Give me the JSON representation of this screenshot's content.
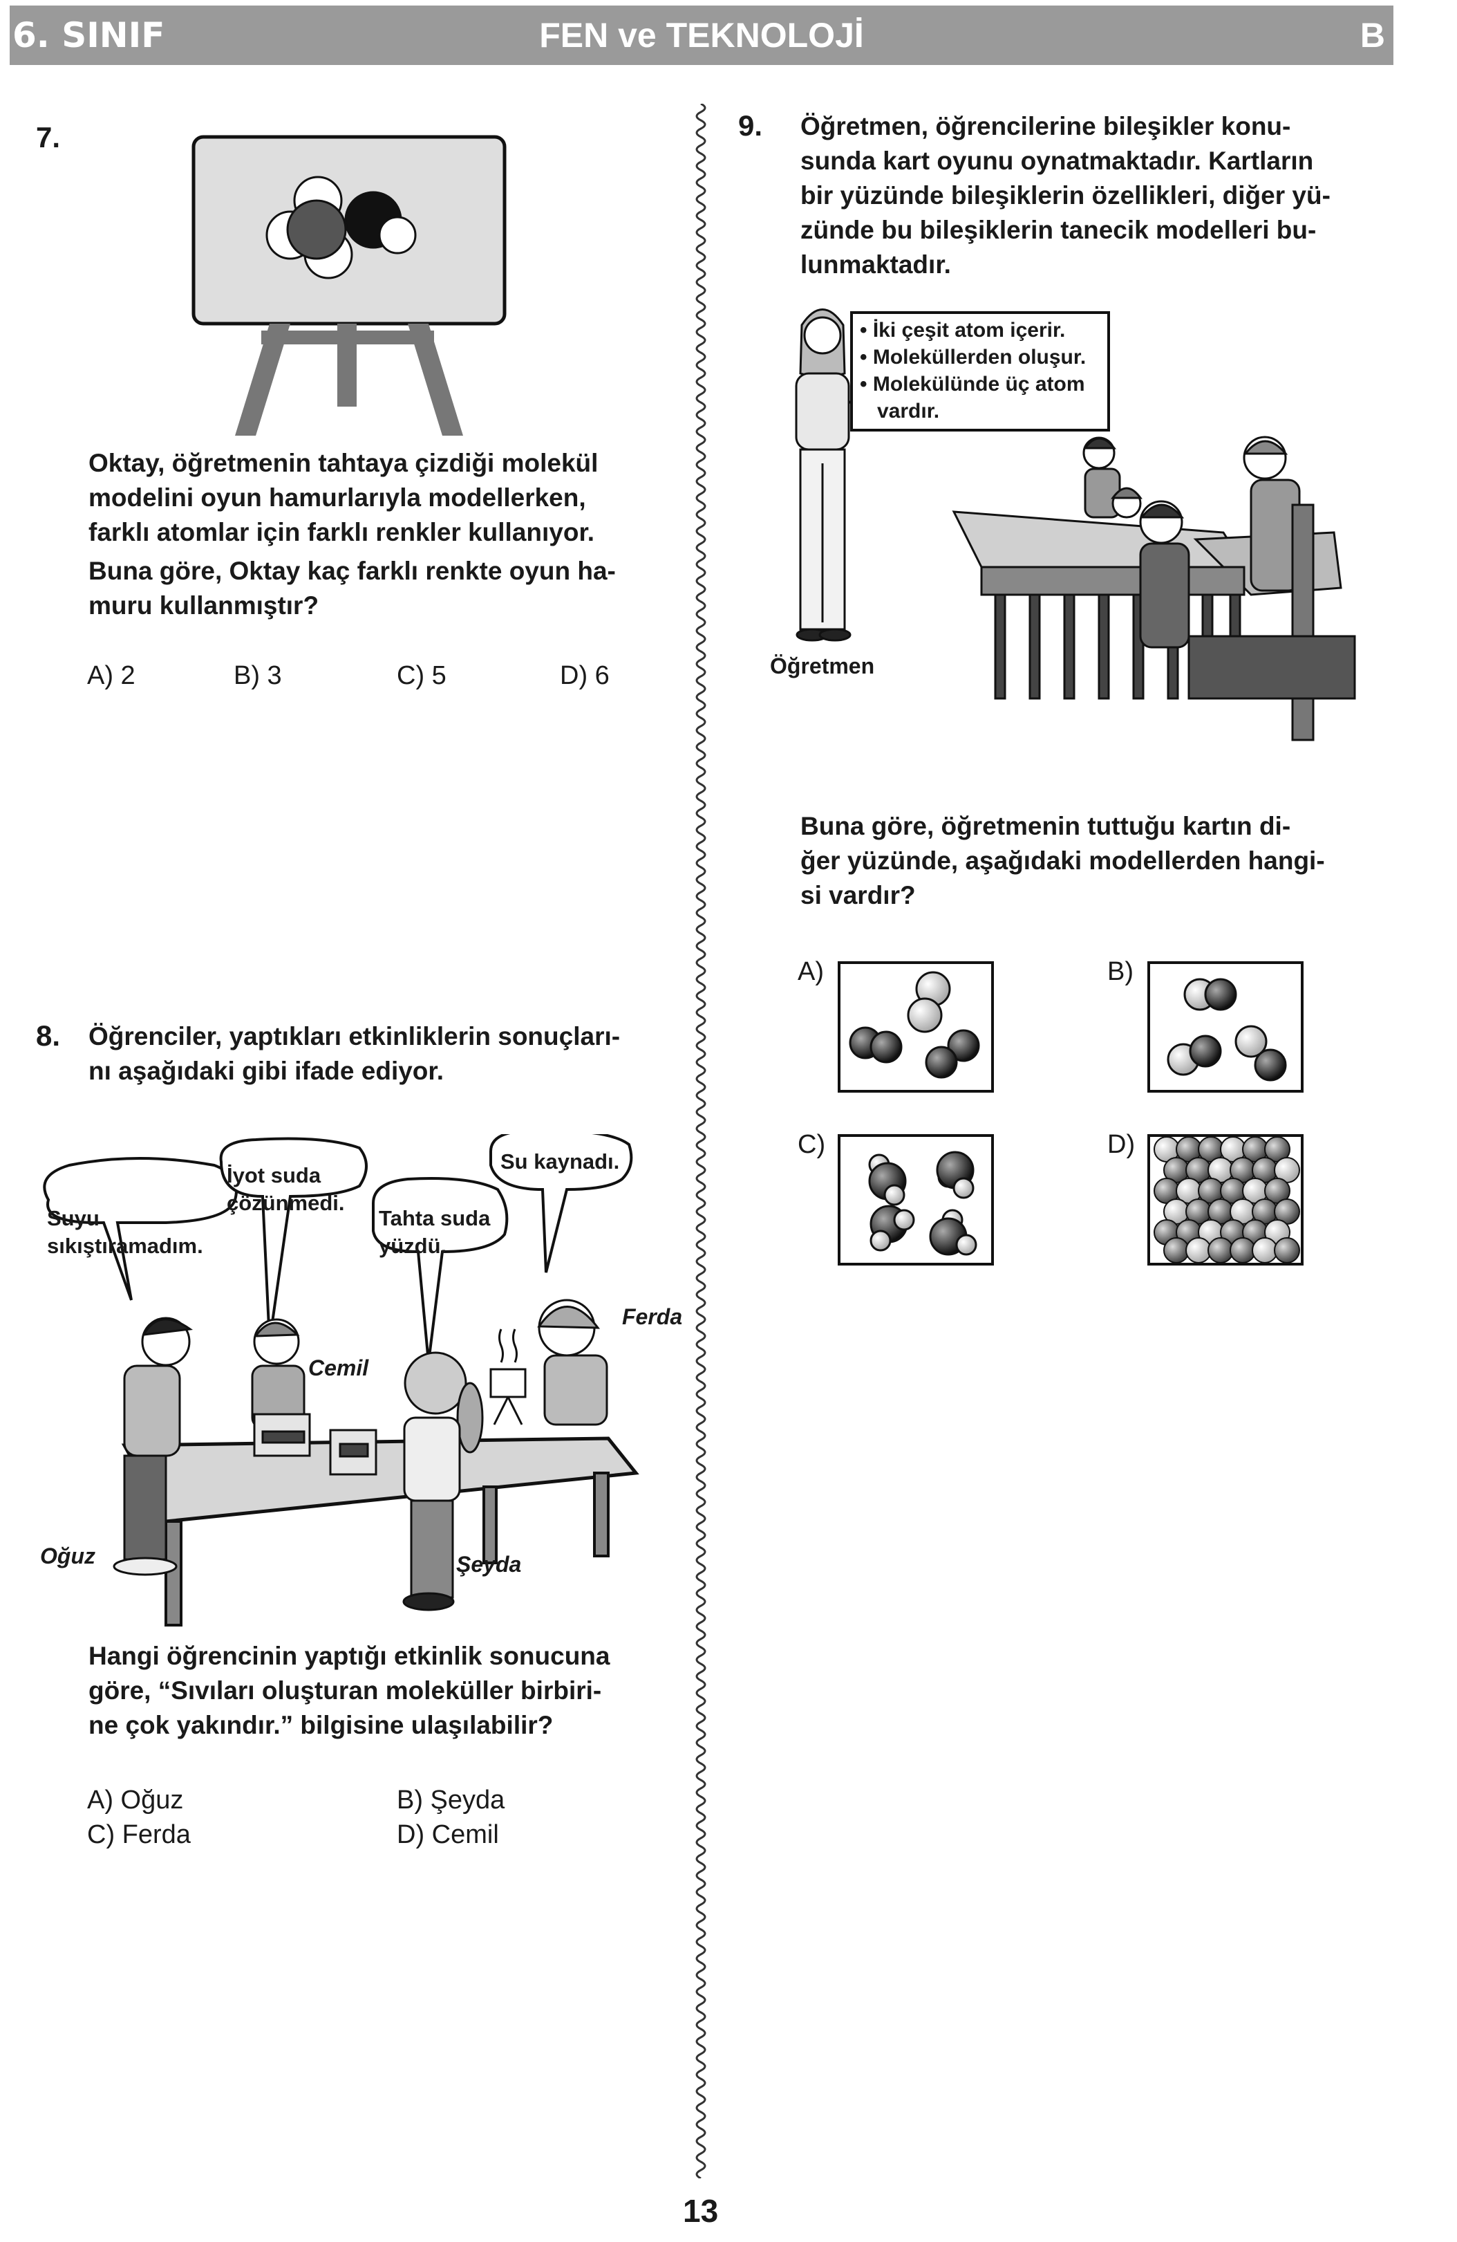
{
  "header": {
    "grade": "6. SINIF",
    "subject": "FEN ve TEKNOLOJİ",
    "booklet": "B"
  },
  "q7": {
    "number": "7.",
    "text": [
      "Oktay, öğretmenin tahtaya çizdiği molekül",
      "modelini oyun hamurlarıyla modellerken,",
      "farklı atomlar için farklı renkler kullanıyor."
    ],
    "question": [
      "Buna göre, Oktay kaç farklı renkte oyun ha-",
      "muru kullanmıştır?"
    ],
    "options": [
      "A) 2",
      "B) 3",
      "C) 5",
      "D) 6"
    ]
  },
  "q8": {
    "number": "8.",
    "intro": [
      "Öğrenciler, yaptıkları etkinliklerin sonuçları-",
      "nı aşağıdaki gibi ifade ediyor."
    ],
    "bubbles": {
      "oguz": [
        "Suyu",
        "sıkıştıramadım."
      ],
      "cemil": [
        "İyot suda",
        "çözünmedi."
      ],
      "seyda": [
        "Tahta suda",
        "yüzdü."
      ],
      "ferda": [
        "Su kaynadı."
      ]
    },
    "names": {
      "oguz": "Oğuz",
      "cemil": "Cemil",
      "seyda": "Şeyda",
      "ferda": "Ferda"
    },
    "question": [
      "Hangi öğrencinin yaptığı etkinlik sonucuna",
      "göre, “Sıvıları oluşturan moleküller birbiri-",
      "ne çok yakındır.” bilgisine ulaşılabilir?"
    ],
    "options": [
      "A) Oğuz",
      "B) Şeyda",
      "C) Ferda",
      "D) Cemil"
    ]
  },
  "q9": {
    "number": "9.",
    "intro": [
      "Öğretmen, öğrencilerine bileşikler konu-",
      "sunda kart oyunu oynatmaktadır. Kartların",
      "bir yüzünde bileşiklerin özellikleri, diğer yü-",
      "zünde bu bileşiklerin tanecik modelleri bu-",
      "lunmaktadır."
    ],
    "card": [
      "• İki çeşit atom içerir.",
      "• Moleküllerden oluşur.",
      "• Molekülünde üç atom",
      "   vardır."
    ],
    "teacher_label": "Öğretmen",
    "question": [
      "Buna göre, öğretmenin tuttuğu kartın di-",
      "ğer yüzünde, aşağıdaki modellerden hangi-",
      "si vardır?"
    ],
    "options": [
      "A)",
      "B)",
      "C)",
      "D)"
    ]
  },
  "page_number": "13"
}
